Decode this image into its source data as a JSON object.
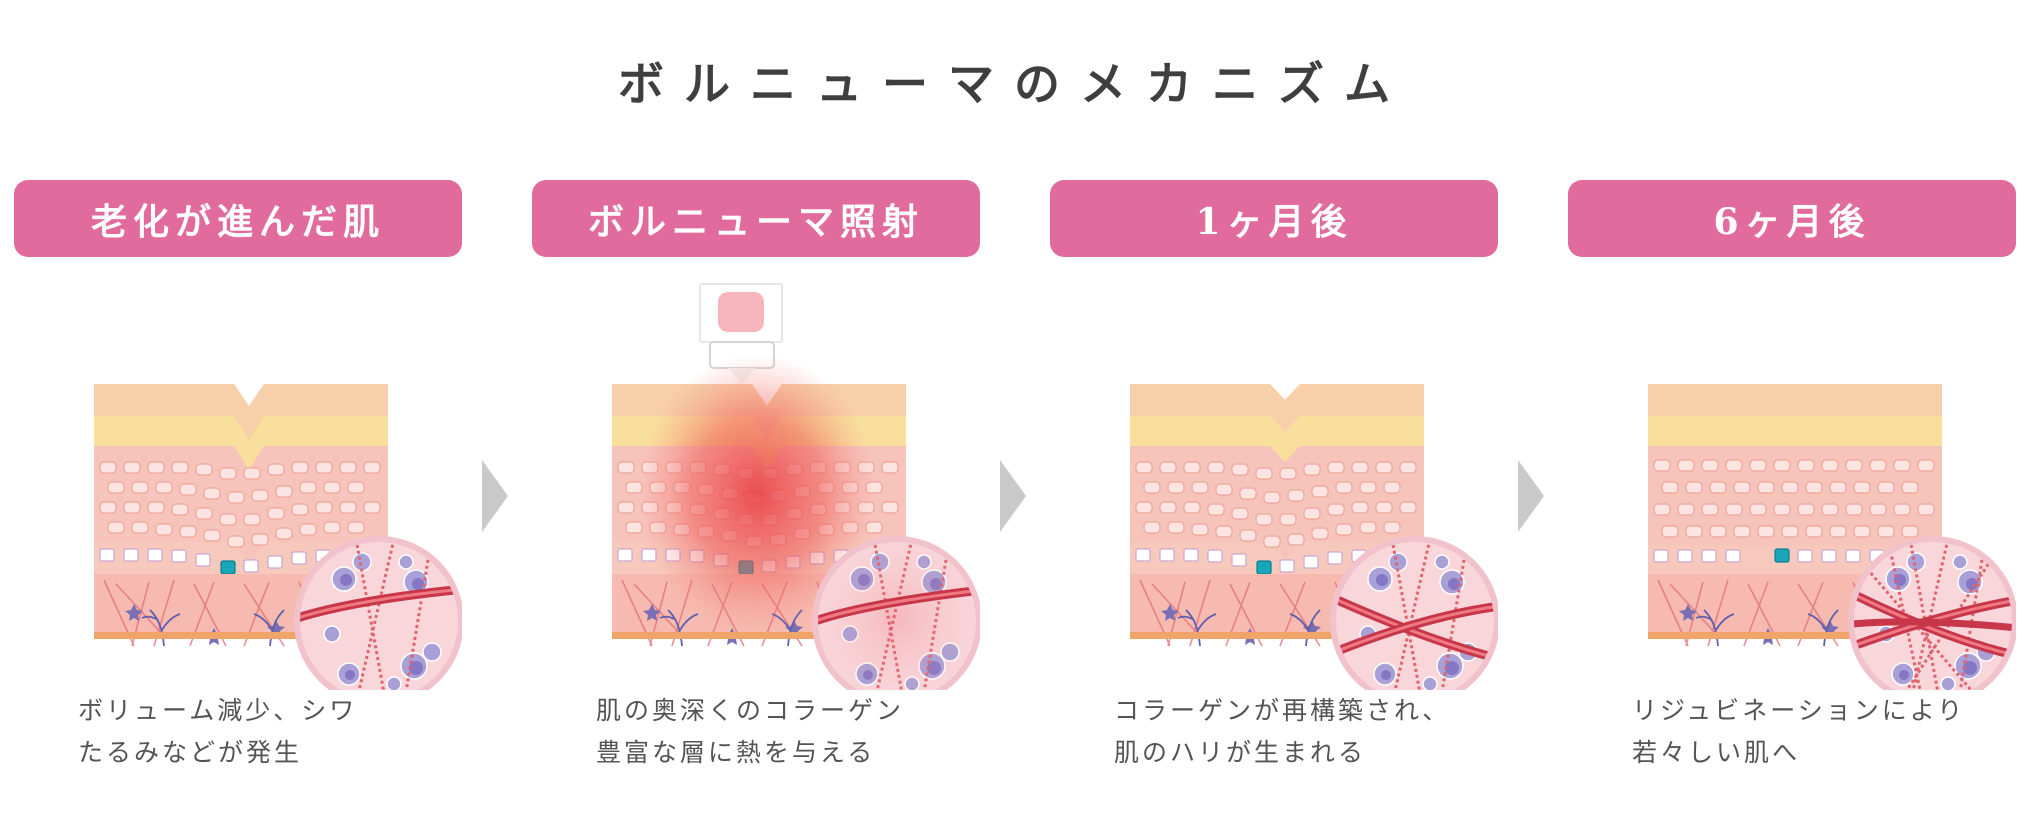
{
  "title": "ボルニューマのメカニズム",
  "steps": [
    {
      "label": "老化が進んだ肌",
      "desc": [
        "ボリューム減少、シワ",
        "たるみなどが発生"
      ]
    },
    {
      "label": "ボルニューマ照射",
      "desc": [
        "肌の奥深くのコラーゲン",
        "豊富な層に熱を与える"
      ]
    },
    {
      "label": "1ヶ月後",
      "desc": [
        "コラーゲンが再構築され、",
        "肌のハリが生まれる"
      ]
    },
    {
      "label": "6ヶ月後",
      "desc": [
        "リジュビネーションにより",
        "若々しい肌へ"
      ]
    }
  ],
  "colors": {
    "accent": "#e06b9c",
    "heat": "#e8383d",
    "collagen": "#d9414f",
    "arrow": "#c9c9c9"
  },
  "icons": [
    "chevron-right-icon",
    "device-tip-icon",
    "magnifier-circle-icon"
  ]
}
